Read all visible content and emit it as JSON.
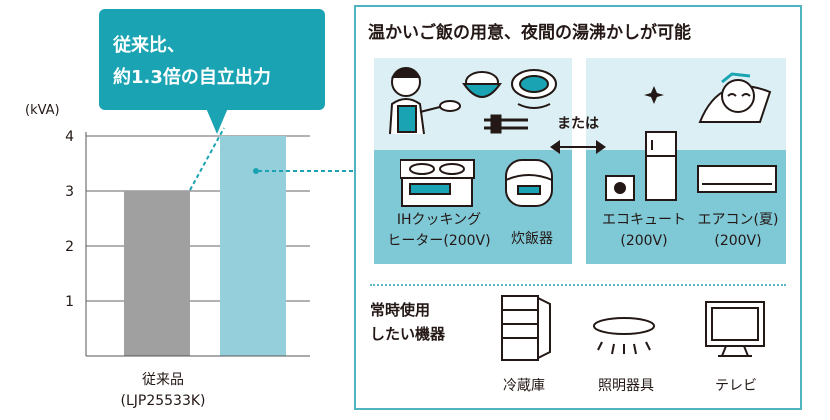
{
  "chart_data": {
    "type": "bar",
    "ylabel": "(kVA)",
    "y_ticks": [
      "1",
      "2",
      "3",
      "4"
    ],
    "ylim": [
      0,
      4
    ],
    "categories": [
      "従来品\n(LJP25533K)",
      ""
    ],
    "category_label_lines": [
      [
        "従来品",
        "(LJP25533K)"
      ],
      [
        ""
      ]
    ],
    "values": [
      3.0,
      4.0
    ],
    "colors": [
      "#a0a0a0",
      "#96cfdc"
    ],
    "annotation": [
      "従来比、",
      "約1.3倍の自立出力"
    ]
  },
  "panel": {
    "title": "温かいご飯の用意、夜間の湯沸かしが可能",
    "connector": "または",
    "left_items": [
      {
        "label_lines": [
          "IHクッキング",
          "ヒーター(200V)"
        ],
        "icon": "ih-cooktop-icon"
      },
      {
        "label_lines": [
          "炊飯器"
        ],
        "icon": "rice-cooker-icon"
      }
    ],
    "right_items": [
      {
        "label_lines": [
          "エコキュート",
          "(200V)"
        ],
        "icon": "water-heater-icon"
      },
      {
        "label_lines": [
          "エアコン(夏)",
          "(200V)"
        ],
        "icon": "air-conditioner-icon"
      }
    ],
    "always_title": [
      "常時使用",
      "したい機器"
    ],
    "always_items": [
      {
        "label": "冷蔵庫",
        "icon": "refrigerator-icon"
      },
      {
        "label": "照明器具",
        "icon": "ceiling-light-icon"
      },
      {
        "label": "テレビ",
        "icon": "tv-icon"
      }
    ]
  },
  "colors": {
    "accent": "#1aa3b2",
    "panel_border": "#4fb3c0",
    "light_bg": "#dbeff4",
    "mid_bg": "#7fc8d6",
    "bar_old": "#a0a0a0",
    "bar_new": "#96cfdc"
  }
}
